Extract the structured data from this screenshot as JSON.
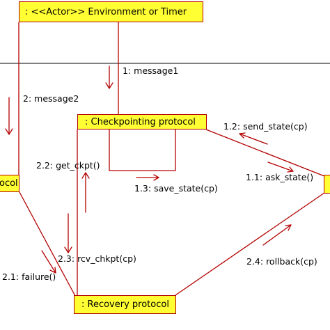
{
  "colors": {
    "link": "#b30000",
    "object_fill": "#ffff33",
    "divider": "#000000",
    "text": "#000000"
  },
  "objects": {
    "env": ": <<Actor>> Environment or Timer",
    "checkpoint": ": Checkpointing protocol",
    "left_partial": "ocol",
    "recovery": ": Recovery protocol"
  },
  "messages": {
    "m1": "1: message1",
    "m2": "2: message2",
    "m12": "1.2: send_state(cp)",
    "m11": "1.1: ask_state()",
    "m22": "2.2: get_ckpt()",
    "m13": "1.3: save_state(cp)",
    "m23": "2.3: rcv_chkpt(cp)",
    "m24": "2.4: rollback(cp)",
    "m21": "2.1: failure()"
  }
}
